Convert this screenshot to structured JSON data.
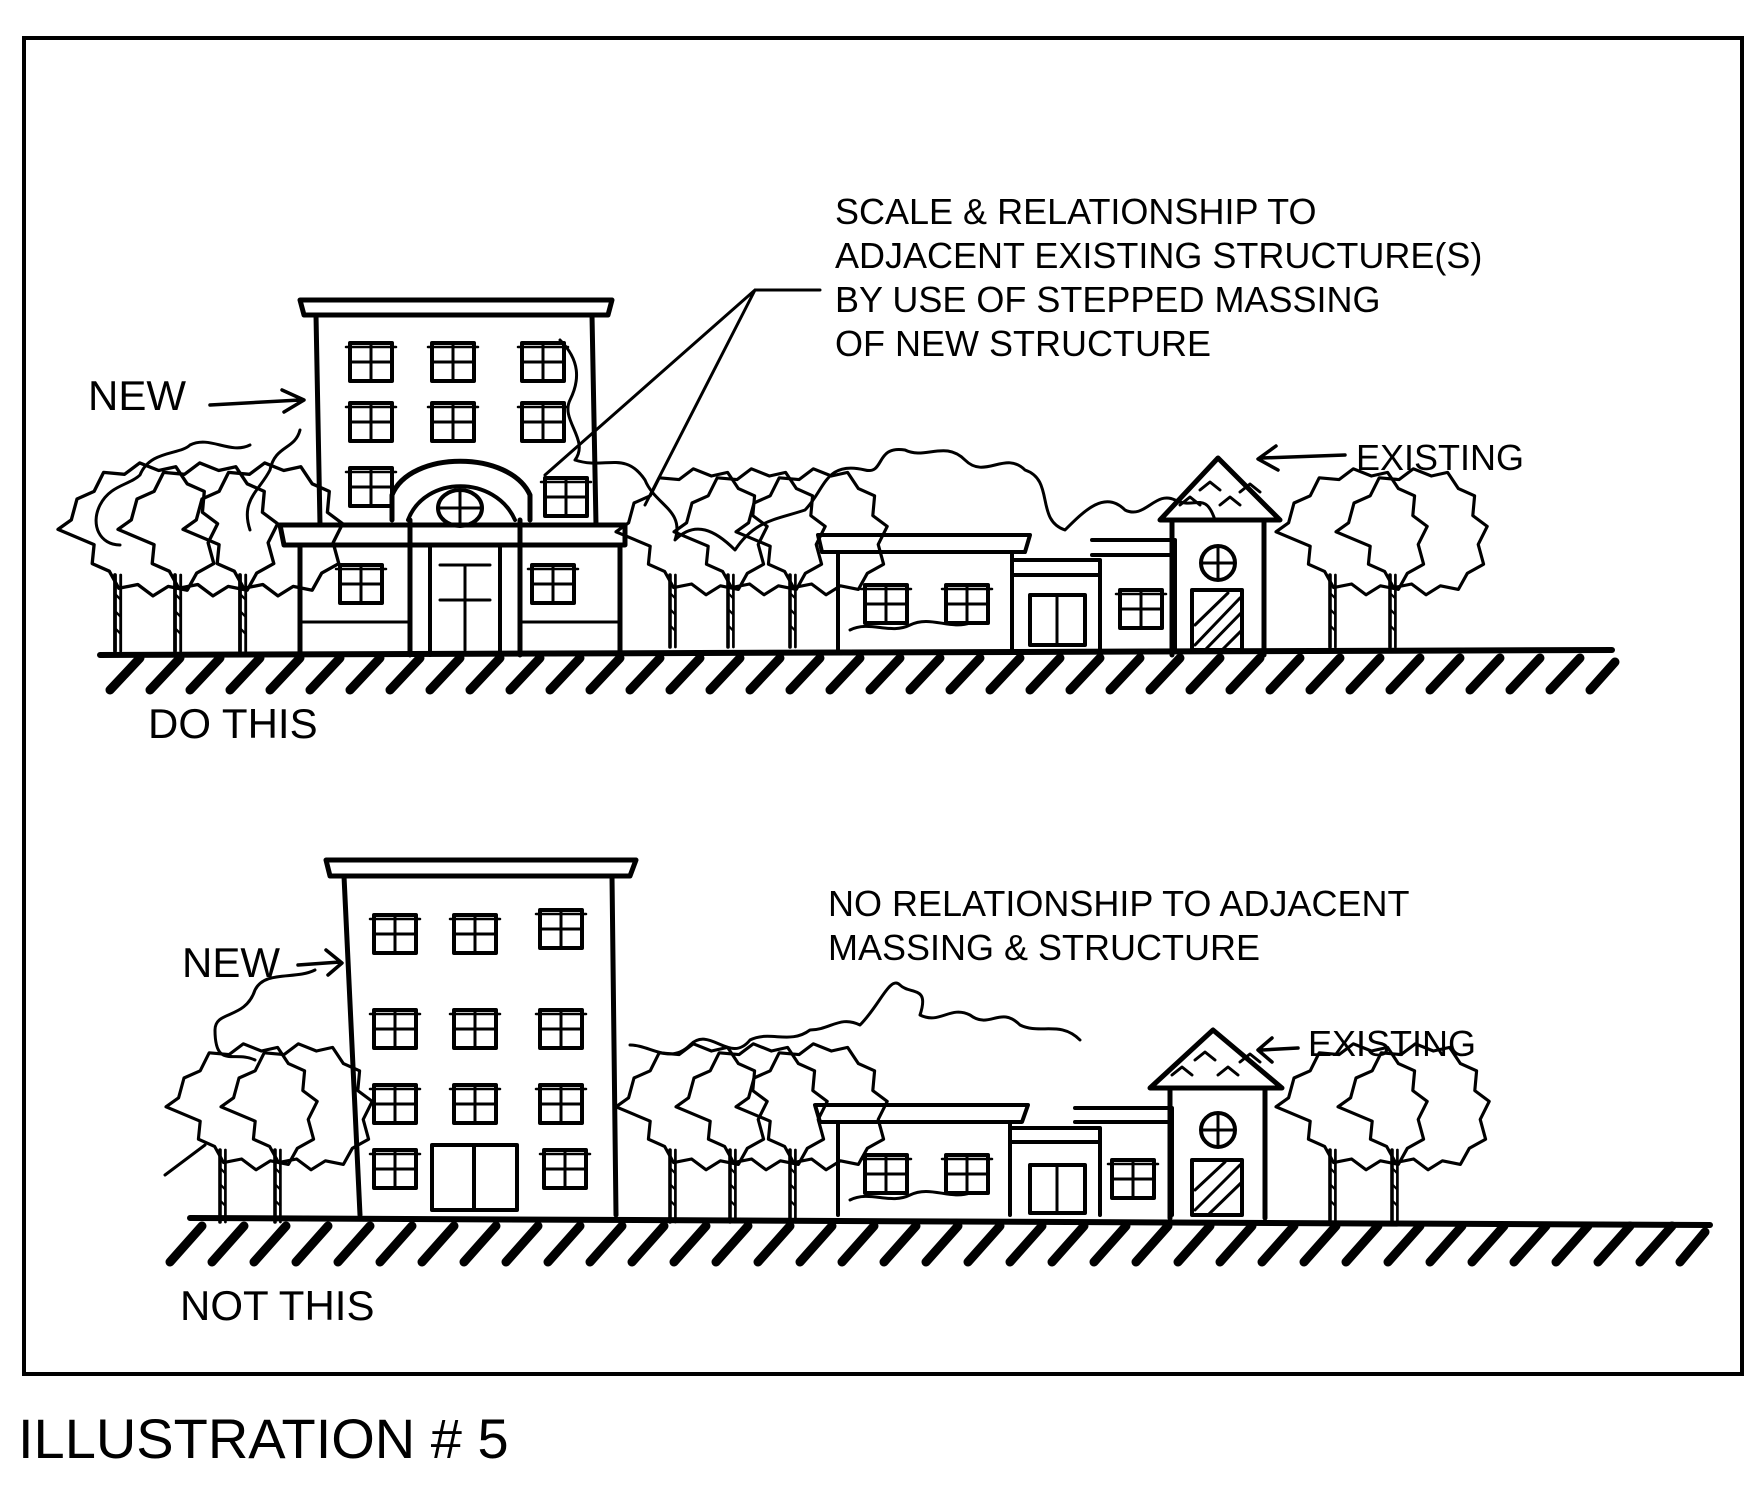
{
  "top_panel": {
    "new_label": "NEW",
    "existing_label": "EXISTING",
    "note_lines": [
      "SCALE & RELATIONSHIP TO",
      "ADJACENT EXISTING STRUCTURE(S)",
      "BY USE OF STEPPED MASSING",
      "OF NEW STRUCTURE"
    ],
    "verdict": "DO THIS"
  },
  "bottom_panel": {
    "new_label": "NEW",
    "existing_label": "EXISTING",
    "note_lines": [
      "NO RELATIONSHIP TO ADJACENT",
      "MASSING & STRUCTURE"
    ],
    "verdict": "NOT THIS"
  },
  "caption": "ILLUSTRATION # 5"
}
